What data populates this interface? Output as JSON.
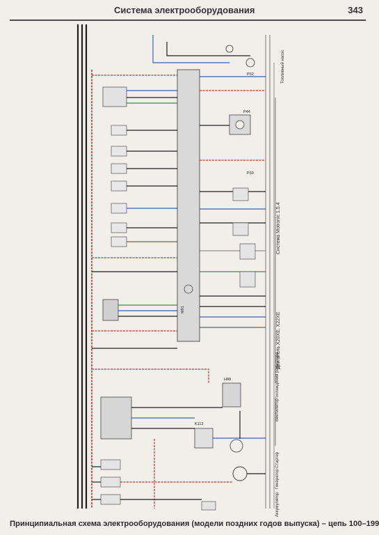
{
  "header": {
    "title": "Система электрооборудования",
    "page_number": "343"
  },
  "caption": "Принципиальная схема электрооборудования (модели поздних годов выпуска) – цепь 100–199",
  "schematic": {
    "system_labels": {
      "motronic": "Система Motronic 1.5.4",
      "engine": "Двигатель X20XE, X22XE"
    },
    "component_labels": {
      "fuel_pump": "Топливный насос",
      "radiator_fan": "Вентилятор охлаждения радиатора",
      "starter": "Стартер",
      "generator": "Генератор",
      "battery": "Аккумулятор",
      "ecu": "M91",
      "p44": "P44",
      "k113": "K113",
      "h88": "H88",
      "p32": "P32",
      "p39": "P39"
    },
    "colors": {
      "red": "#c9302c",
      "blue": "#3a5fa8",
      "green": "#3d8a4a",
      "black": "#1e1e1e",
      "brown": "#8a5a2b",
      "grey": "#8d8d8d",
      "ecu_fill": "#d9d9d9"
    }
  }
}
